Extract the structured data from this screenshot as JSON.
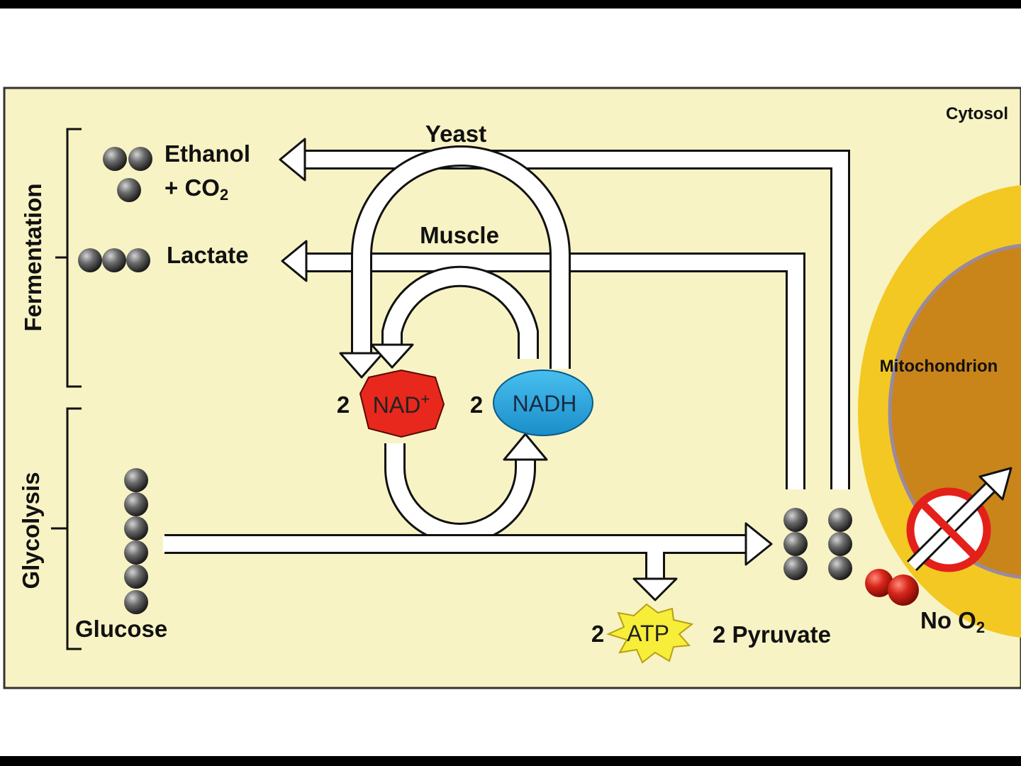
{
  "region": {
    "cytosol": "Cytosol",
    "mitochondrion": "Mitochondrion"
  },
  "stages": {
    "fermentation": "Fermentation",
    "glycolysis": "Glycolysis"
  },
  "molecules": {
    "ethanol": "Ethanol",
    "co2_prefix": "+ CO",
    "co2_sub": "2",
    "lactate": "Lactate",
    "glucose": "Glucose",
    "pyruvate": "2 Pyruvate",
    "no_o2_prefix": "No O",
    "no_o2_sub": "2"
  },
  "pathways": {
    "yeast": "Yeast",
    "muscle": "Muscle"
  },
  "cofactors": {
    "nad_count": "2",
    "nad_label": "NAD",
    "nad_sup": "+",
    "nadh_count": "2",
    "nadh_label": "NADH",
    "atp_count": "2",
    "atp_label": "ATP"
  },
  "colors": {
    "background": "#f8f3c4",
    "nad": "#e8281c",
    "nadh": "#2aa4dc",
    "atp": "#f7ee3a",
    "mito_outer": "#f3c823",
    "mito_inner": "#c9841a",
    "prohibit": "#e4201b",
    "oxygen": "#cc1a10"
  }
}
